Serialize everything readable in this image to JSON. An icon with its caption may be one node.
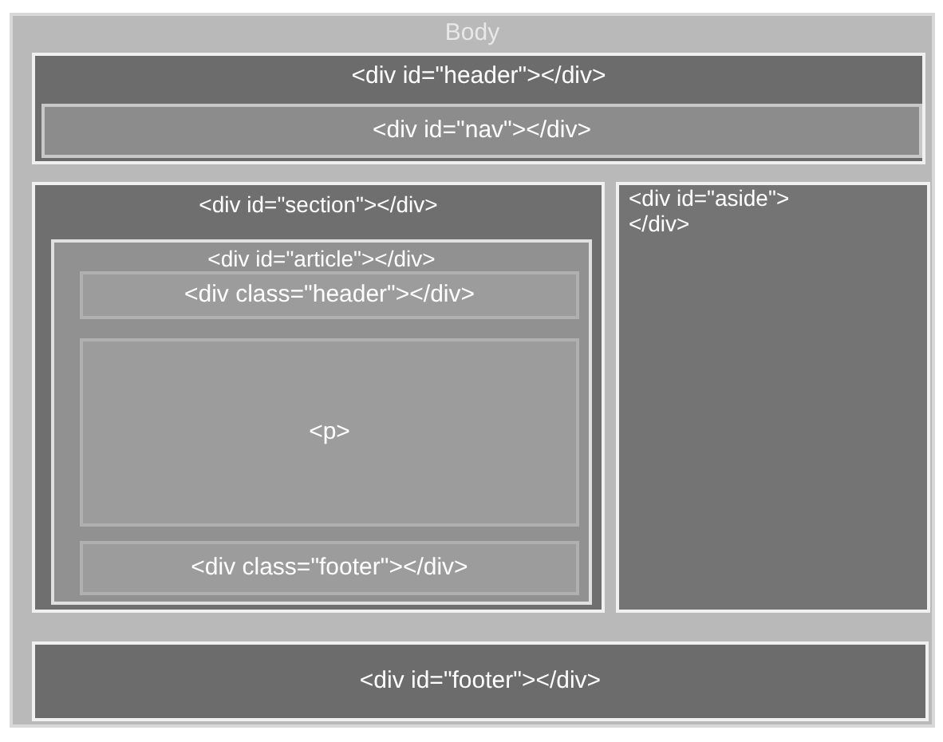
{
  "diagram": {
    "nodes": [
      {
        "text": [
          "Body"
        ]
      },
      {
        "text": [
          "<div id=\"header\"></div>"
        ],
        "in": 0
      },
      {
        "text": [
          "<div id=\"nav\"></div>"
        ],
        "in": 1
      },
      {
        "text": [
          "<div id=\"section\"></div>"
        ],
        "in": 0
      },
      {
        "text": [
          "<div id=\"aside\"></div>"
        ],
        "in": 0
      },
      {
        "text": [
          "<div id=\"article\"></div>"
        ],
        "in": 3
      },
      {
        "text": [
          "<div class=\"header\"></div>"
        ],
        "in": 5
      },
      {
        "text": [
          "<p>"
        ],
        "in": 5
      },
      {
        "text": [
          "<div class=\"footer\"></div>"
        ],
        "in": 5
      },
      {
        "text": [
          "<div id=\"footer\"></div>"
        ],
        "in": 0
      }
    ],
    "edges": []
  }
}
